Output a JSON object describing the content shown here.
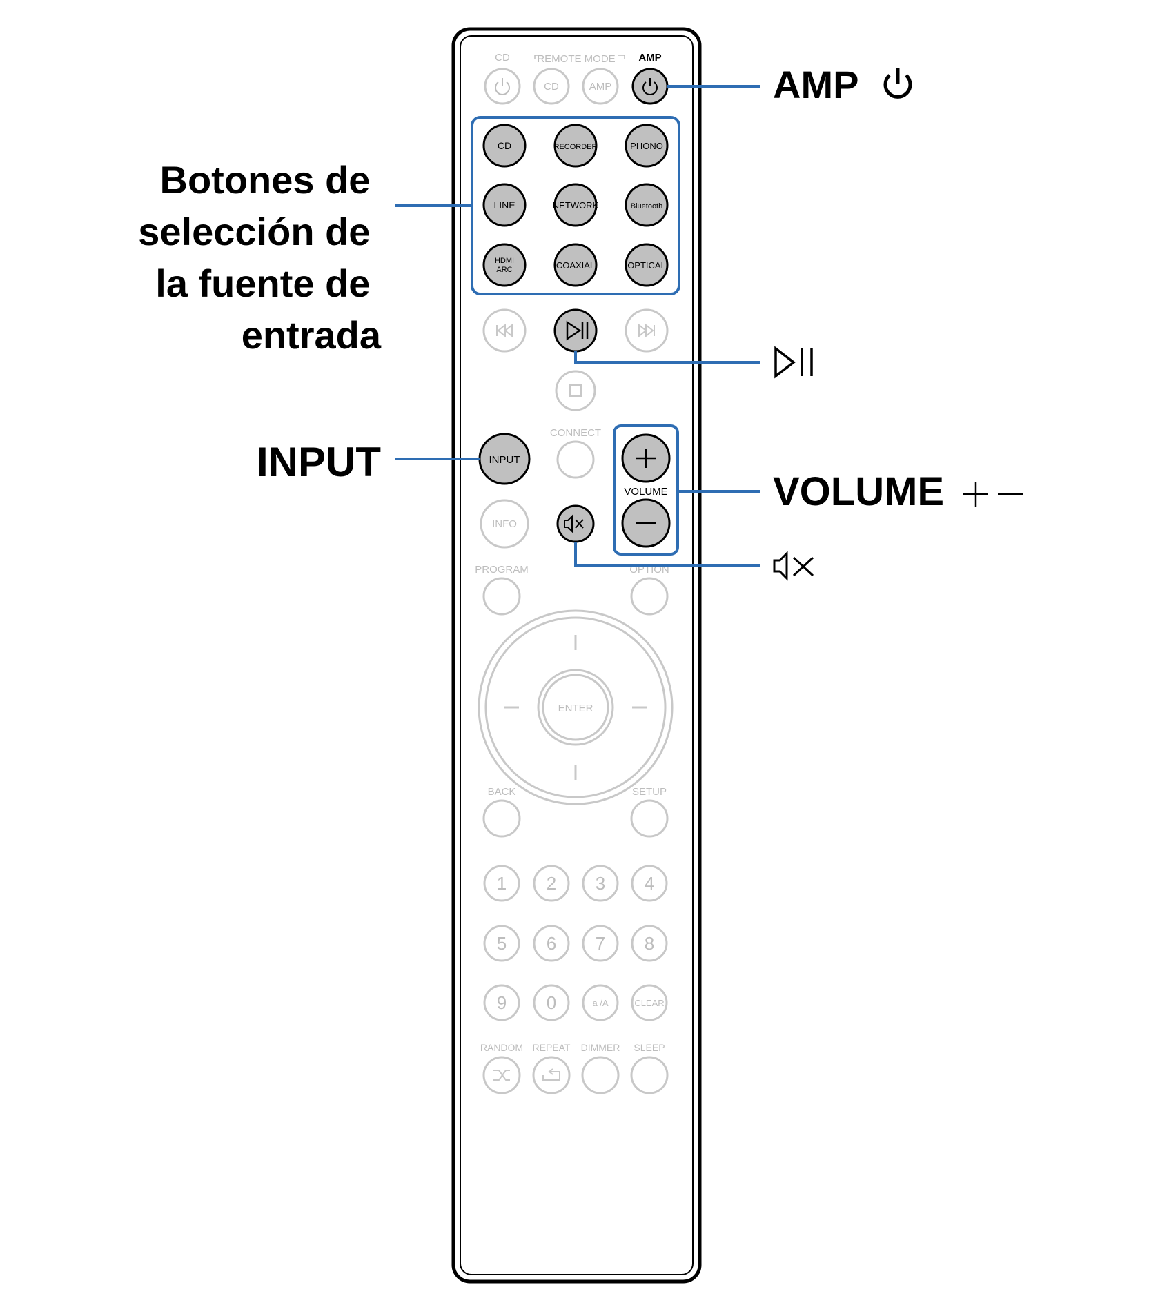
{
  "labels": {
    "amp": "AMP",
    "input": "INPUT",
    "volume": "VOLUME",
    "source_buttons_lines": [
      "Botones de",
      "selección de",
      "la fuente de",
      "entrada"
    ]
  },
  "remote": {
    "cd_power_label": "CD",
    "remote_mode_label": "REMOTE MODE",
    "amp_top_label": "AMP",
    "mode_cd": "CD",
    "mode_amp": "AMP",
    "sources": [
      "CD",
      "RECORDER",
      "PHONO",
      "LINE",
      "NETWORK",
      "Bluetooth",
      "HDMI ARC",
      "COAXIAL",
      "OPTICAL"
    ],
    "input_button": "INPUT",
    "connect_label": "CONNECT",
    "info_button": "INFO",
    "volume_label": "VOLUME",
    "program_label": "PROGRAM",
    "option_label": "OPTION",
    "enter_button": "ENTER",
    "back_label": "BACK",
    "setup_label": "SETUP",
    "numbers": [
      "1",
      "2",
      "3",
      "4",
      "5",
      "6",
      "7",
      "8",
      "9",
      "0",
      "a /A",
      "CLEAR"
    ],
    "bottom_labels": [
      "RANDOM",
      "REPEAT",
      "DIMMER",
      "SLEEP"
    ]
  },
  "colors": {
    "callout_blue": "#2e6db3",
    "active_button_fill": "#c0c0c0",
    "inactive_outline": "#c8c8c8"
  },
  "icons": [
    "power-icon",
    "play-pause-icon",
    "mute-icon",
    "plus-icon",
    "minus-icon",
    "skip-back-icon",
    "skip-forward-icon",
    "stop-icon",
    "shuffle-icon",
    "repeat-icon"
  ]
}
